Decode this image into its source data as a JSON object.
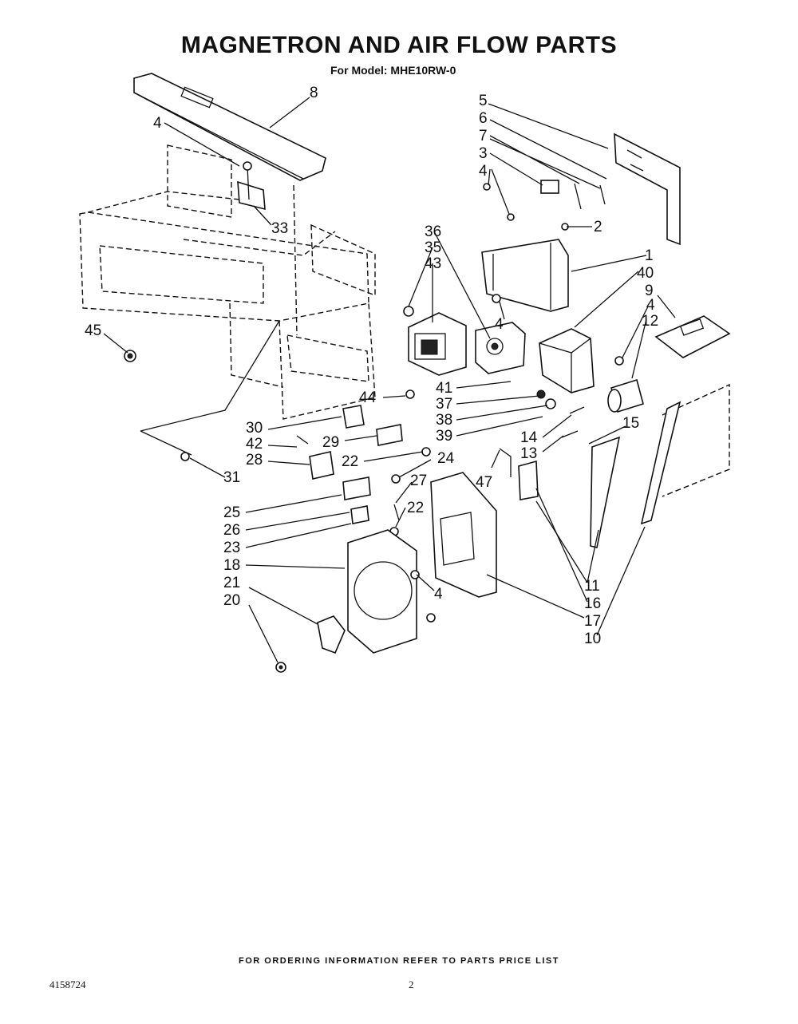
{
  "header": {
    "title": "MAGNETRON AND AIR FLOW PARTS",
    "model_line": "For Model: MHE10RW-0"
  },
  "callouts": [
    {
      "id": "c8",
      "label": "8"
    },
    {
      "id": "c4a",
      "label": "4"
    },
    {
      "id": "c33",
      "label": "33"
    },
    {
      "id": "c45",
      "label": "45"
    },
    {
      "id": "c5",
      "label": "5"
    },
    {
      "id": "c6",
      "label": "6"
    },
    {
      "id": "c7",
      "label": "7"
    },
    {
      "id": "c3",
      "label": "3"
    },
    {
      "id": "c4b",
      "label": "4"
    },
    {
      "id": "c2",
      "label": "2"
    },
    {
      "id": "c1",
      "label": "1"
    },
    {
      "id": "c40",
      "label": "40"
    },
    {
      "id": "c9",
      "label": "9"
    },
    {
      "id": "c4c",
      "label": "4"
    },
    {
      "id": "c12",
      "label": "12"
    },
    {
      "id": "c4d",
      "label": "4"
    },
    {
      "id": "c36",
      "label": "36"
    },
    {
      "id": "c35",
      "label": "35"
    },
    {
      "id": "c43",
      "label": "43"
    },
    {
      "id": "c44",
      "label": "44"
    },
    {
      "id": "c41",
      "label": "41"
    },
    {
      "id": "c37",
      "label": "37"
    },
    {
      "id": "c38",
      "label": "38"
    },
    {
      "id": "c39",
      "label": "39"
    },
    {
      "id": "c14",
      "label": "14"
    },
    {
      "id": "c13",
      "label": "13"
    },
    {
      "id": "c15",
      "label": "15"
    },
    {
      "id": "c47",
      "label": "47"
    },
    {
      "id": "c30",
      "label": "30"
    },
    {
      "id": "c42",
      "label": "42"
    },
    {
      "id": "c29",
      "label": "29"
    },
    {
      "id": "c28",
      "label": "28"
    },
    {
      "id": "c22a",
      "label": "22"
    },
    {
      "id": "c24",
      "label": "24"
    },
    {
      "id": "c31",
      "label": "31"
    },
    {
      "id": "c27",
      "label": "27"
    },
    {
      "id": "c22b",
      "label": "22"
    },
    {
      "id": "c25",
      "label": "25"
    },
    {
      "id": "c26",
      "label": "26"
    },
    {
      "id": "c23",
      "label": "23"
    },
    {
      "id": "c18",
      "label": "18"
    },
    {
      "id": "c21",
      "label": "21"
    },
    {
      "id": "c20",
      "label": "20"
    },
    {
      "id": "c4e",
      "label": "4"
    },
    {
      "id": "c11",
      "label": "11"
    },
    {
      "id": "c16",
      "label": "16"
    },
    {
      "id": "c17",
      "label": "17"
    },
    {
      "id": "c10",
      "label": "10"
    }
  ],
  "footer": {
    "ordering_note": "FOR ORDERING INFORMATION REFER TO PARTS PRICE LIST",
    "doc_number": "4158724",
    "page_number": "2"
  }
}
